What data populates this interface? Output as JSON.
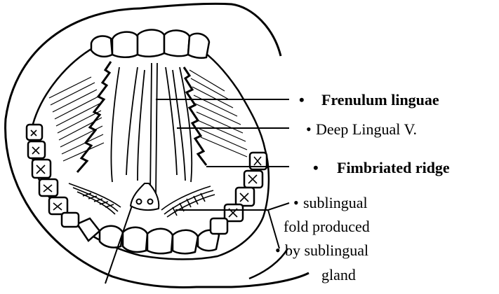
{
  "labels": {
    "frenulum": {
      "bullet": "•",
      "text": "Frenulum linguae"
    },
    "deep_lingual": {
      "bullet": "•",
      "text": "Deep Lingual V."
    },
    "fimbriated": {
      "bullet": "•",
      "text": "Fimbriated ridge"
    },
    "sublingual": {
      "bullet": "•",
      "line1": "sublingual",
      "line2": "fold produced",
      "line3": "by sublingual",
      "line4": "gland"
    }
  },
  "colors": {
    "ink": "#000000",
    "paper": "#ffffff"
  }
}
